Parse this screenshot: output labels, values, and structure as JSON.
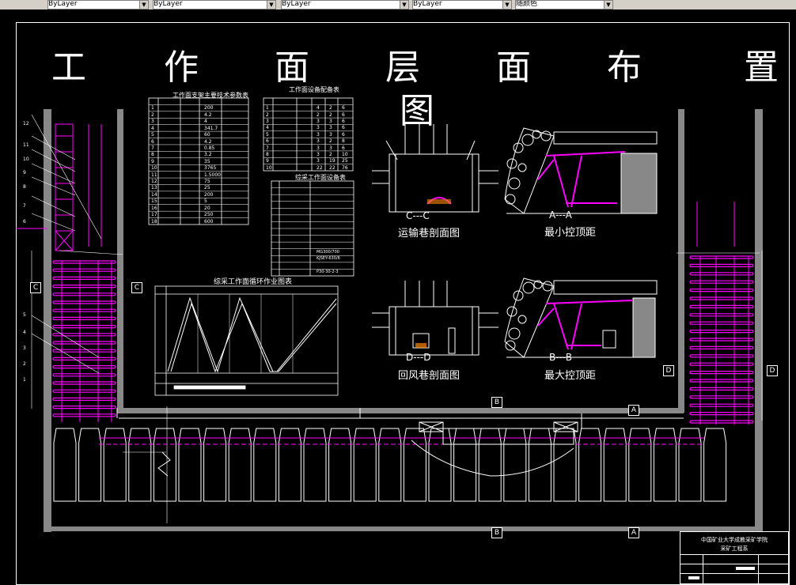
{
  "toolbar": {
    "combo1": "ByLayer",
    "combo2": "ByLayer",
    "combo3": "ByLayer",
    "combo4": "ByLayer",
    "combo5": "随颜色"
  },
  "title": {
    "chars": [
      "工",
      "作",
      "面",
      "层",
      "面",
      "布",
      "置",
      "图"
    ]
  },
  "sections": {
    "cc_label": "C---C",
    "cc_caption": "运输巷剖面图",
    "dd_label": "D---D",
    "dd_caption": "回风巷剖面图",
    "aa_label": "A---A",
    "aa_caption": "最小控顶距",
    "bb_label": "B---B",
    "bb_caption": "最大控顶距"
  },
  "tables": {
    "t1_title": "工作面支架主要技术参数表",
    "t1_rows": [
      "200",
      "4.2",
      "4",
      "341.7",
      "60",
      "4.2",
      "0.85",
      "3.2",
      "35",
      "3765",
      "1.5000",
      "75",
      "25",
      "200",
      "5",
      "20",
      "250",
      "600"
    ],
    "t1_row_numbers": [
      "1",
      "2",
      "3",
      "4",
      "5",
      "6",
      "7",
      "8",
      "9",
      "10",
      "11",
      "12",
      "13",
      "14",
      "15",
      "16",
      "17",
      "18"
    ],
    "t2_title": "工作面设备配备表",
    "t2_rows": [
      [
        "1",
        "4",
        "2",
        "6"
      ],
      [
        "2",
        "2",
        "2",
        "6"
      ],
      [
        "3",
        "3",
        "3",
        "6"
      ],
      [
        "4",
        "3",
        "3",
        "6"
      ],
      [
        "5",
        "3",
        "3",
        "6"
      ],
      [
        "6",
        "3",
        "2",
        "8"
      ],
      [
        "7",
        "3",
        "3",
        "6"
      ],
      [
        "8",
        "3",
        "2",
        "10"
      ],
      [
        "9",
        "3",
        "19",
        "25"
      ],
      [
        "10",
        "22",
        "22",
        "76"
      ]
    ],
    "t3_title": "综采工作面设备表",
    "t3_codes": [
      "MG300/700",
      "KJSEY-630/6",
      "P30-30-2-3"
    ],
    "chart_title": "综采工作面循环作业图表"
  },
  "markers": {
    "C_left": "C",
    "C_right": "C",
    "D_left": "D",
    "D_right": "D",
    "B_top": "B",
    "B_bottom": "B",
    "A_top": "A",
    "A_bottom": "A"
  },
  "leader_numbers": [
    "12",
    "11",
    "10",
    "9",
    "8",
    "7",
    "6",
    "5",
    "4",
    "3",
    "2",
    "1"
  ],
  "title_block": {
    "line1": "中国矿业大学成教采矿学院",
    "line2": "采矿工程系"
  },
  "colors": {
    "background": "#000000",
    "lines": "#ffffff",
    "supports": "#ff00ff",
    "wall": "#808080"
  }
}
